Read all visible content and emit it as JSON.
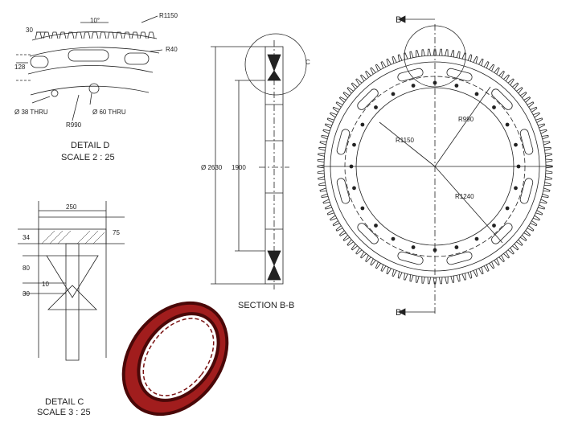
{
  "detail_d": {
    "caption_line1": "DETAIL D",
    "caption_line2": "SCALE 2 : 25",
    "dims": {
      "pitch": "30",
      "angle": "10°",
      "r_outer": "R1150",
      "r_tip": "R40",
      "height": "128",
      "hole_small": "Ø 38 THRU",
      "hole_large": "Ø 60 THRU",
      "r_bolt": "R990"
    }
  },
  "detail_c": {
    "caption_line1": "DETAIL C",
    "caption_line2": "SCALE 3 : 25",
    "dims": {
      "width": "250",
      "flange_top": "34",
      "flange_right": "75",
      "web_a": "80",
      "web_b": "10",
      "web_c": "30"
    }
  },
  "section_bb": {
    "caption": "SECTION B-B",
    "dims": {
      "outer_dia": "Ø 2630",
      "inner": "1900"
    },
    "detail_callout": "C"
  },
  "front_view": {
    "section_label_top": "B",
    "section_label_bottom": "B",
    "dims": {
      "r1150": "R1150",
      "r990": "R990",
      "r1240": "R1240"
    },
    "tooth_count": 120,
    "bolt_hole_count": 24,
    "slot_count": 12
  },
  "iso_view": {
    "color": "#8b1a1a"
  },
  "colors": {
    "line": "#222222",
    "iso_fill": "#a11d1d",
    "iso_dark": "#4a0808"
  }
}
